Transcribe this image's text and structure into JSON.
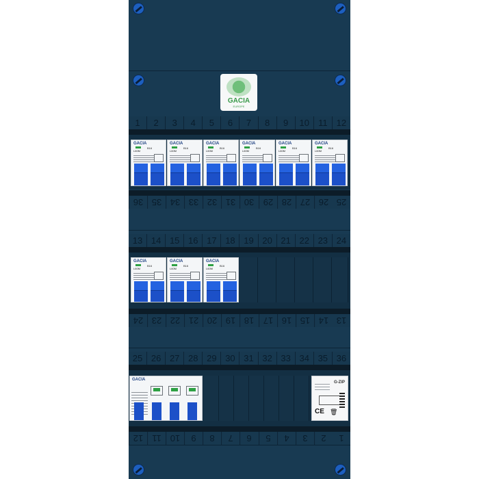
{
  "panel": {
    "background_color": "#183a52",
    "accent_blue": "#1c50c8",
    "logo": {
      "brand": "GACIA",
      "subtitle": "EUROPE"
    }
  },
  "rows": [
    {
      "id": "row1-top",
      "labels": [
        "1",
        "2",
        "3",
        "4",
        "5",
        "6",
        "7",
        "8",
        "9",
        "10",
        "11",
        "12"
      ],
      "flipped": false
    },
    {
      "id": "row1-bottom",
      "labels": [
        "36",
        "35",
        "34",
        "33",
        "32",
        "31",
        "30",
        "29",
        "28",
        "27",
        "26",
        "25"
      ],
      "flipped": true
    },
    {
      "id": "row2-top",
      "labels": [
        "13",
        "14",
        "15",
        "16",
        "17",
        "18",
        "19",
        "20",
        "21",
        "22",
        "23",
        "24"
      ],
      "flipped": false
    },
    {
      "id": "row2-bottom",
      "labels": [
        "24",
        "23",
        "22",
        "21",
        "20",
        "19",
        "18",
        "17",
        "16",
        "15",
        "14",
        "13"
      ],
      "flipped": true
    },
    {
      "id": "row3-top",
      "labels": [
        "25",
        "26",
        "27",
        "28",
        "29",
        "30",
        "31",
        "32",
        "33",
        "34",
        "35",
        "36"
      ],
      "flipped": false
    },
    {
      "id": "row3-bottom",
      "labels": [
        "12",
        "11",
        "10",
        "9",
        "8",
        "7",
        "6",
        "5",
        "4",
        "3",
        "2",
        "1"
      ],
      "flipped": true
    }
  ],
  "breaker": {
    "brand": "GACIA",
    "model": "L60M",
    "rating": "B16"
  },
  "rcd": {
    "brand": "GACIA"
  },
  "surge_protector": {
    "brand": "G-ZIP",
    "marks": "CE"
  },
  "screw_icon": "slotted-screw-icon",
  "bin_icon": "weee-bin-icon"
}
